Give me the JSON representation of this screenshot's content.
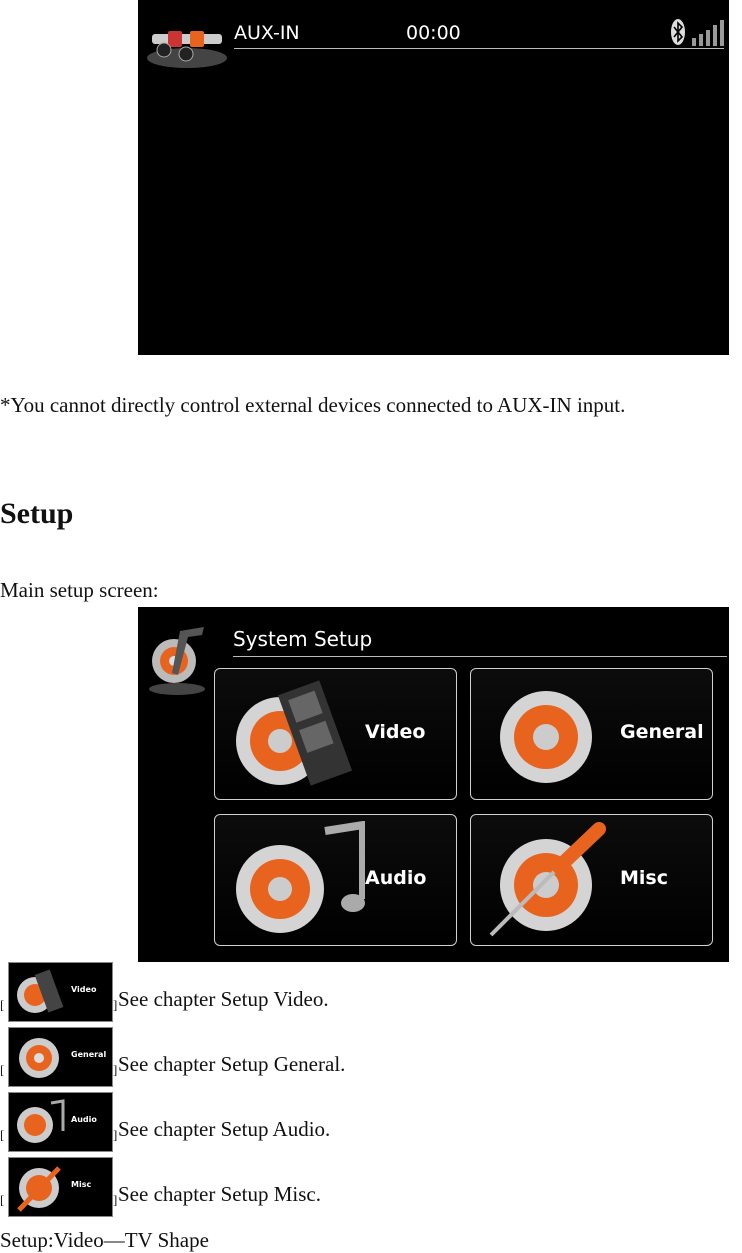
{
  "aux_screen": {
    "source": "AUX-IN",
    "time": "00:00"
  },
  "note": "*You cannot directly control external devices connected to AUX-IN input.",
  "section_title": "Setup",
  "intro": "Main setup screen:",
  "setup_screen": {
    "title": "System Setup",
    "tiles": [
      {
        "label": "Video",
        "icon": "gear-film-icon"
      },
      {
        "label": "General",
        "icon": "gear-icon"
      },
      {
        "label": "Audio",
        "icon": "gear-music-icon"
      },
      {
        "label": "Misc",
        "icon": "gear-screwdriver-icon"
      }
    ]
  },
  "refs": [
    {
      "thumb": "Video",
      "text": "See chapter Setup Video."
    },
    {
      "thumb": "General",
      "text": "See chapter Setup General."
    },
    {
      "thumb": "Audio",
      "text": "See chapter Setup Audio."
    },
    {
      "thumb": "Misc",
      "text": "See chapter Setup Misc."
    }
  ],
  "footer": "Setup:Video—TV Shape",
  "colors": {
    "accent": "#e8641e",
    "screen_bg": "#000000"
  }
}
